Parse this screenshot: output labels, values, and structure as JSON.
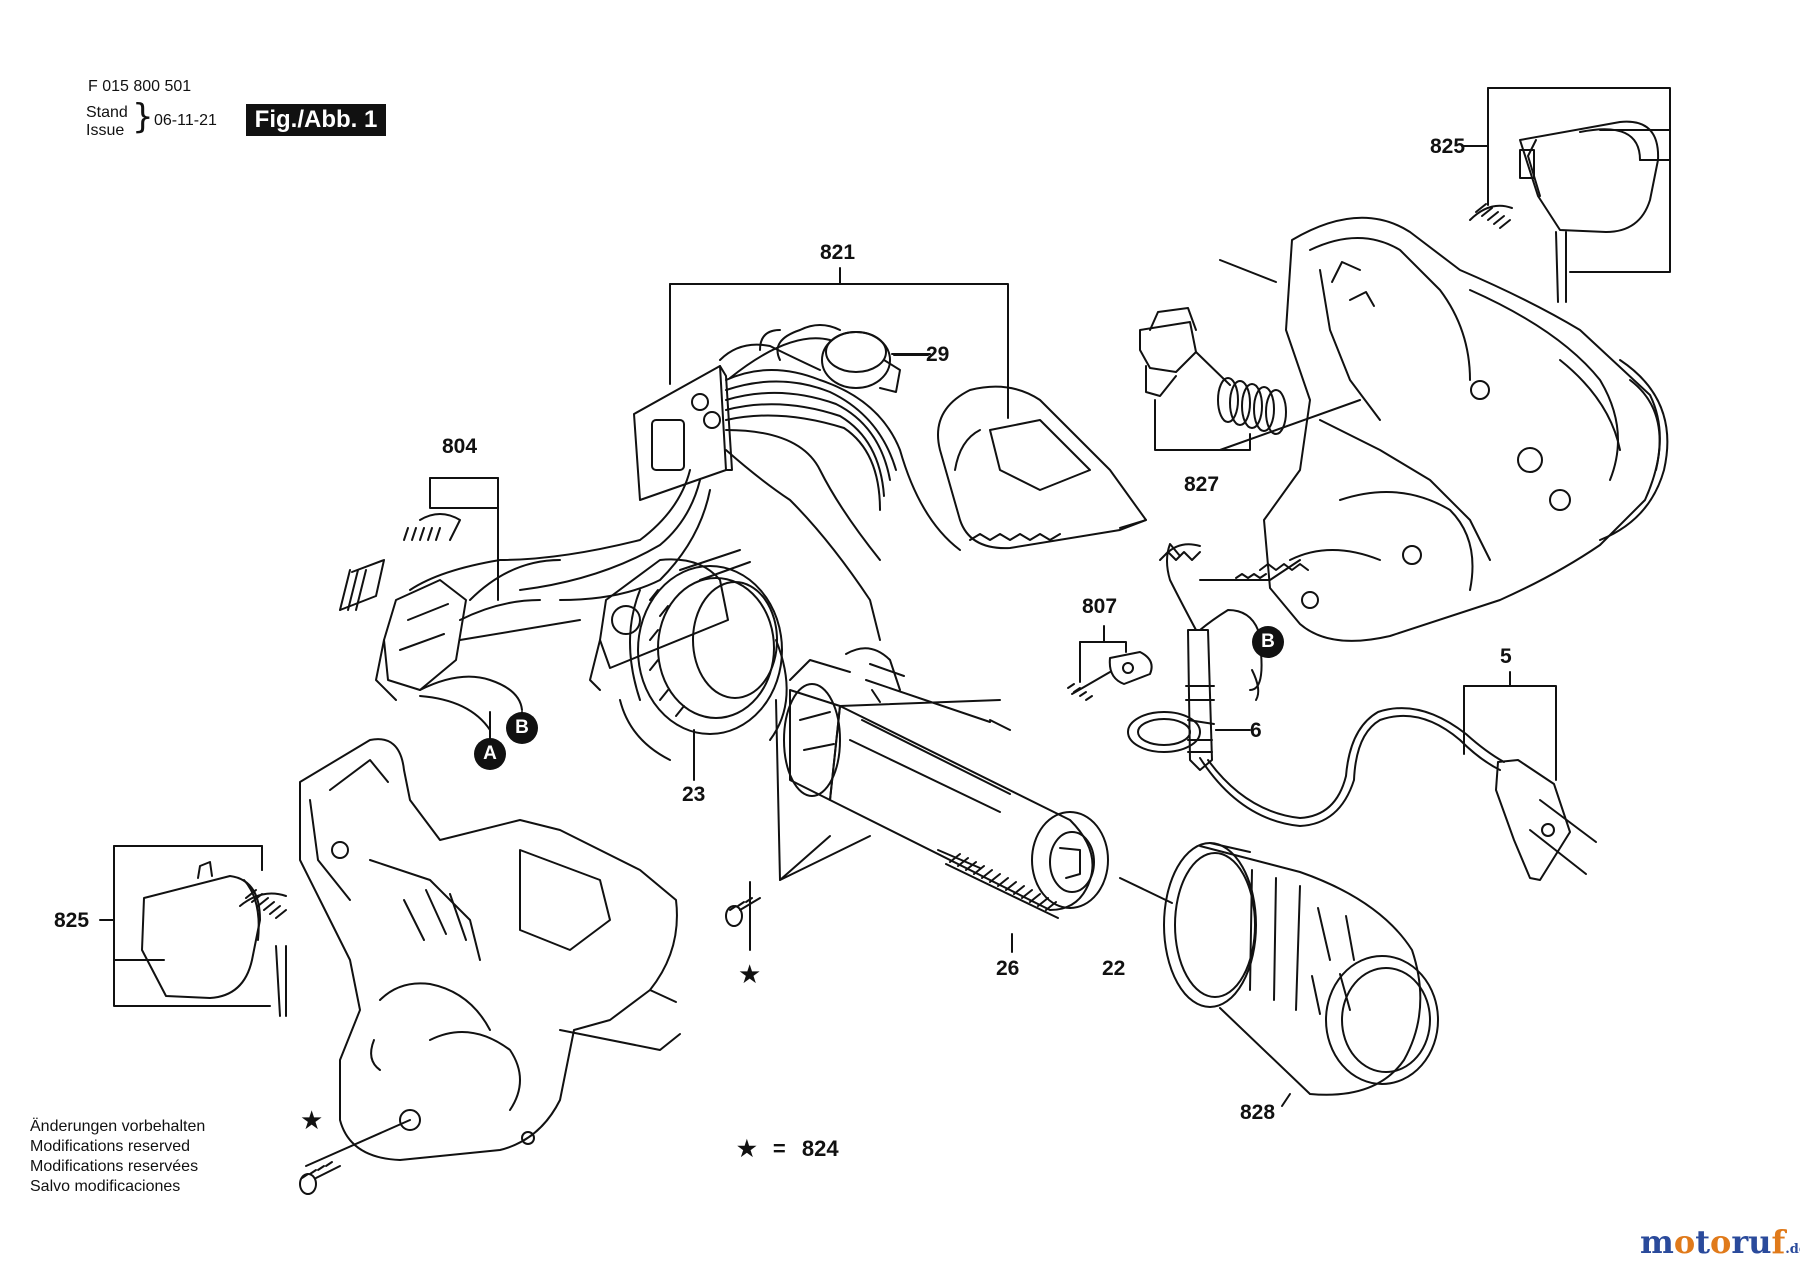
{
  "header": {
    "code": "F 015 800 501",
    "stand_label": "Stand",
    "issue_label": "Issue",
    "date": "06-11-21",
    "figure": "Fig./Abb. 1"
  },
  "callouts": {
    "c825_top": "825",
    "c821": "821",
    "c29": "29",
    "c804": "804",
    "c827": "827",
    "c807": "807",
    "c5": "5",
    "c6": "6",
    "c23": "23",
    "c825_left": "825",
    "c26": "26",
    "c22": "22",
    "c828": "828"
  },
  "connectors": {
    "a": "A",
    "b": "B"
  },
  "legend": {
    "star": "★",
    "equals": "=",
    "value": "824"
  },
  "notes": [
    "Änderungen vorbehalten",
    "Modifications reserved",
    "Modifications reservées",
    "Salvo modificaciones"
  ],
  "brand": {
    "name": "motoruf",
    "tld": ".de"
  },
  "colors": {
    "ink": "#111111",
    "brand_blue": "#2a4a9b",
    "brand_orange": "#e07a1a"
  }
}
